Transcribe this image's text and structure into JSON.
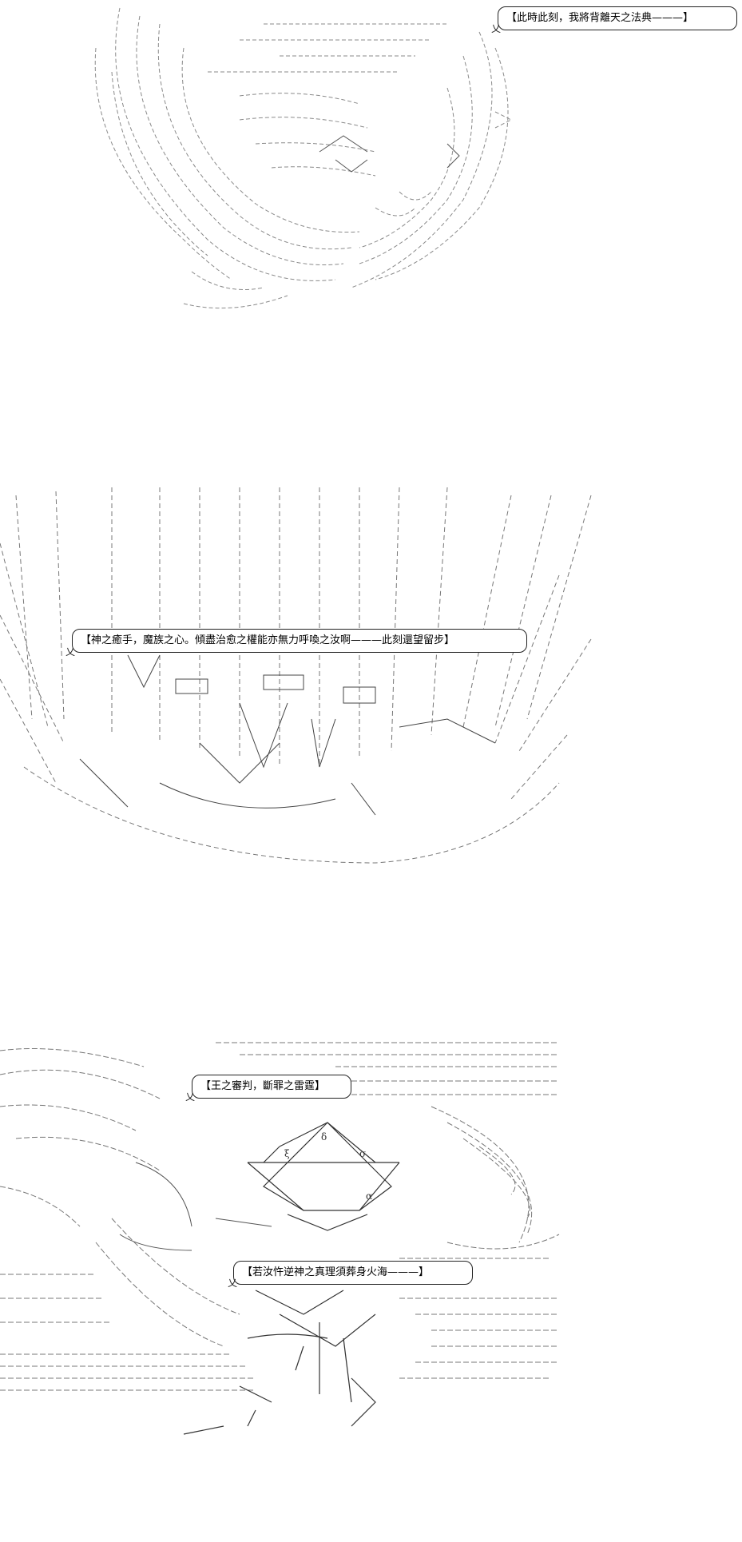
{
  "panel1": {
    "speech": "【此時此刻，我將背離天之法典———】"
  },
  "panel2": {
    "speech": "【神之癒手，魔族之心。傾盡治愈之權能亦無力呼喚之汝啊———此刻還望留步】"
  },
  "panel3": {
    "speech_1": "【王之審判，斷罪之雷霆】",
    "speech_2": "【若汝忤逆神之真理須葬身火海———】",
    "glyphs": [
      "δ",
      "ξ",
      "σ",
      "α"
    ]
  }
}
